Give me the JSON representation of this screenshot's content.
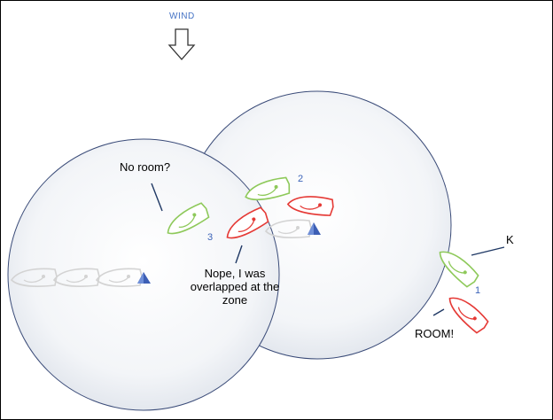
{
  "wind_label": "WIND",
  "callouts": {
    "no_room": "No room?",
    "nope_lines": [
      "Nope, I was",
      "overlapped at the",
      "zone"
    ],
    "k": "K",
    "room": "ROOM!"
  },
  "boat_numbers": {
    "one": "1",
    "two": "2",
    "three": "3"
  },
  "colors": {
    "green_boat": "#8ec95a",
    "red_boat": "#e53935",
    "ghost_boat": "#d3d3d3",
    "mark": "#3d5fb5",
    "zone_stroke": "#3a4b78",
    "wind_text": "#4472c4",
    "number_text": "#3b63b8"
  }
}
